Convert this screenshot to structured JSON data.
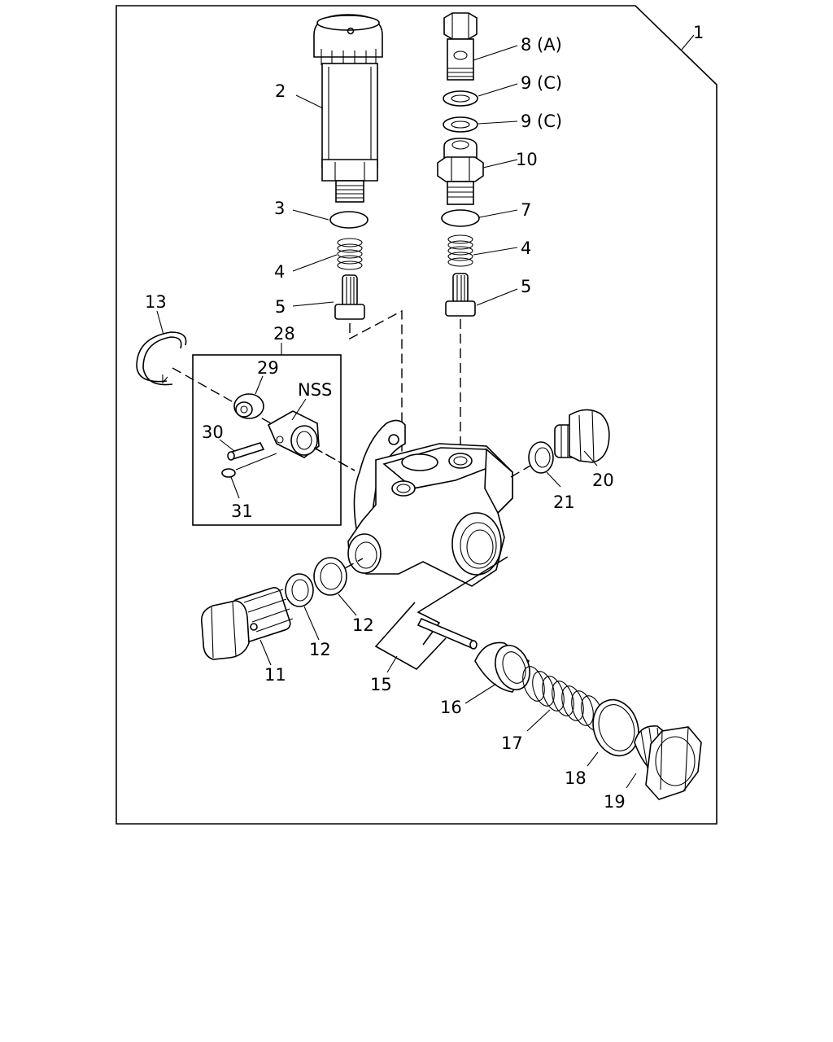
{
  "labels": {
    "l1": "1",
    "l2": "2",
    "l3": "3",
    "l4a": "4",
    "l4b": "4",
    "l5a": "5",
    "l5b": "5",
    "l7": "7",
    "l8": "8 (A)",
    "l9a": "9 (C)",
    "l9b": "9 (C)",
    "l10": "10",
    "l11": "11",
    "l12a": "12",
    "l12b": "12",
    "l13": "13",
    "l15": "15",
    "l16": "16",
    "l17": "17",
    "l18": "18",
    "l19": "19",
    "l20": "20",
    "l21": "21",
    "l28": "28",
    "l29": "29",
    "l30": "30",
    "l31": "31",
    "nss": "NSS"
  }
}
